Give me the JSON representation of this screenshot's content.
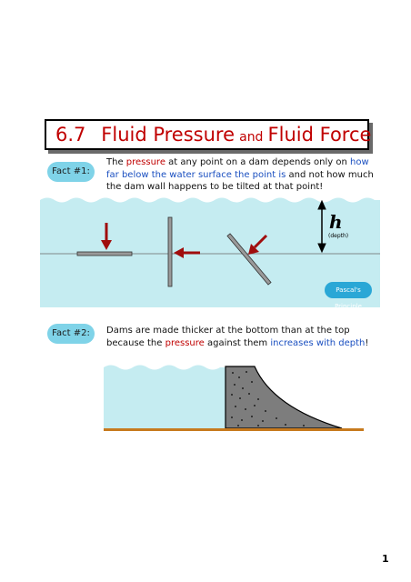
{
  "title": {
    "number": "6.7",
    "part1": "Fluid Pressure",
    "conj": "and",
    "part2": "Fluid Force"
  },
  "fact1": {
    "badge": "Fact #1:",
    "text": [
      {
        "t": "The ",
        "c": "black"
      },
      {
        "t": "pressure",
        "c": "red"
      },
      {
        "t": " at any point on a dam depends only on ",
        "c": "black"
      },
      {
        "t": "how far below the water surface the point is",
        "c": "blue"
      },
      {
        "t": " and not how much the dam wall happens to be tilted at that point!",
        "c": "black"
      }
    ]
  },
  "diagram1": {
    "h_label": "h",
    "depth_label": "(depth)",
    "pascal_label": "Pascal's Principle"
  },
  "fact2": {
    "badge": "Fact #2:",
    "text": [
      {
        "t": "Dams are made thicker at the bottom than at the top because the ",
        "c": "black"
      },
      {
        "t": "pressure",
        "c": "red"
      },
      {
        "t": " against them ",
        "c": "black"
      },
      {
        "t": "increases with depth",
        "c": "blue"
      },
      {
        "t": "!",
        "c": "black"
      }
    ]
  },
  "page_number": "1",
  "colors": {
    "water": "#c5ecf1",
    "arrow": "#a00d0d",
    "title": "#c00000",
    "badge": "#7fd3e8",
    "concrete": "#7d7d7d",
    "ground": "#c77a1e"
  }
}
